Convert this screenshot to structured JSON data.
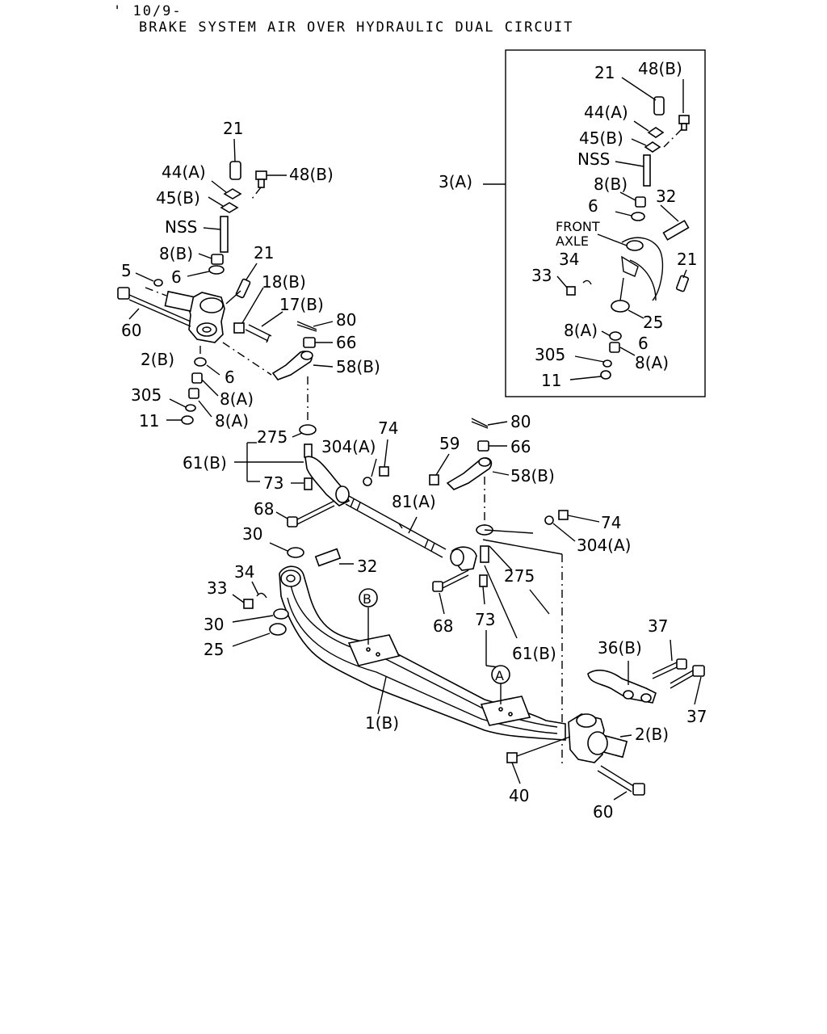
{
  "header": {
    "date_code": "' 10/9-",
    "title": "BRAKE SYSTEM AIR OVER HYDRAULIC DUAL CIRCUIT"
  },
  "inset": {
    "callout": "3(A)",
    "front_label_line1": "FRONT",
    "front_label_line2": "AXLE",
    "labels": {
      "i21a": "21",
      "i48b": "48(B)",
      "i44a": "44(A)",
      "i45b": "45(B)",
      "inss": "NSS",
      "i8b": "8(B)",
      "i6a": "6",
      "i32": "32",
      "i34": "34",
      "i33": "33",
      "i21b": "21",
      "i25": "25",
      "i8a1": "8(A)",
      "i6b": "6",
      "i305": "305",
      "i8a2": "8(A)",
      "i11": "11"
    }
  },
  "labels": {
    "l21a": "21",
    "l44a": "44(A)",
    "l48b": "48(B)",
    "l45b": "45(B)",
    "lnss": "NSS",
    "l8b": "8(B)",
    "l21b": "21",
    "l5": "5",
    "l6a": "6",
    "l18b": "18(B)",
    "l17b": "17(B)",
    "l80a": "80",
    "l60a": "60",
    "l66a": "66",
    "l2ba": "2(B)",
    "l58ba": "58(B)",
    "l6b": "6",
    "l305": "305",
    "l8a1": "8(A)",
    "l11": "11",
    "l8a2": "8(A)",
    "l74a": "74",
    "l275a": "275",
    "l304a": "304(A)",
    "l61ba": "61(B)",
    "l73a": "73",
    "l80b": "80",
    "l59": "59",
    "l66b": "66",
    "l58bb": "58(B)",
    "l68a": "68",
    "l81a": "81(A)",
    "l74b": "74",
    "l30a": "30",
    "l304b": "304(A)",
    "l32": "32",
    "l34": "34",
    "l33": "33",
    "l275b": "275",
    "l30b": "30",
    "l25": "25",
    "l68b": "68",
    "l73b": "73",
    "l61bb": "61(B)",
    "l37a": "37",
    "l36b": "36(B)",
    "l1b": "1(B)",
    "l2bb": "2(B)",
    "l37b": "37",
    "l40": "40",
    "l60b": "60",
    "refA": "A",
    "refB": "B"
  }
}
